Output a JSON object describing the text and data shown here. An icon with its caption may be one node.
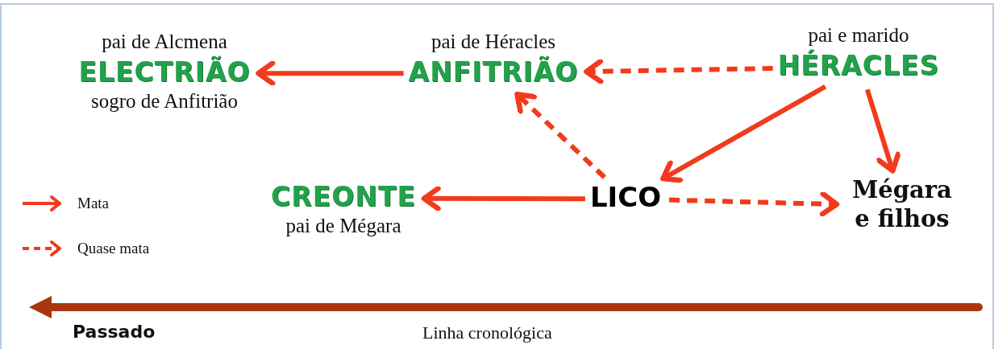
{
  "diagram": {
    "nodes": [
      {
        "text": [
          "pai de Alcmena",
          "ELECTRIÃO",
          "sogro de Anfitrião"
        ]
      },
      {
        "text": [
          "pai de Héracles",
          "ANFITRIÃO"
        ]
      },
      {
        "text": [
          "pai e marido",
          "HÉRACLES"
        ]
      },
      {
        "text": [
          "CREONTE",
          "pai de Mégara"
        ]
      },
      {
        "text": [
          "LICO"
        ]
      },
      {
        "text": [
          "Mégara e filhos"
        ]
      }
    ],
    "edges": [
      {
        "from": 1,
        "to": 0,
        "arrow": "to"
      },
      {
        "from": 2,
        "to": 1,
        "arrow": "to",
        "style": "dashed"
      },
      {
        "from": 2,
        "to": 4,
        "arrow": "to"
      },
      {
        "from": 2,
        "to": 5,
        "arrow": "to"
      },
      {
        "from": 4,
        "to": 1,
        "arrow": "to",
        "style": "dashed"
      },
      {
        "from": 4,
        "to": 3,
        "arrow": "to"
      },
      {
        "from": 4,
        "to": 5,
        "arrow": "to",
        "style": "dashed"
      }
    ],
    "labels": [
      "Passado",
      "Linha cronológica"
    ],
    "legend": [
      {
        "text": "Mata"
      },
      {
        "text": "Quase mata"
      }
    ]
  }
}
